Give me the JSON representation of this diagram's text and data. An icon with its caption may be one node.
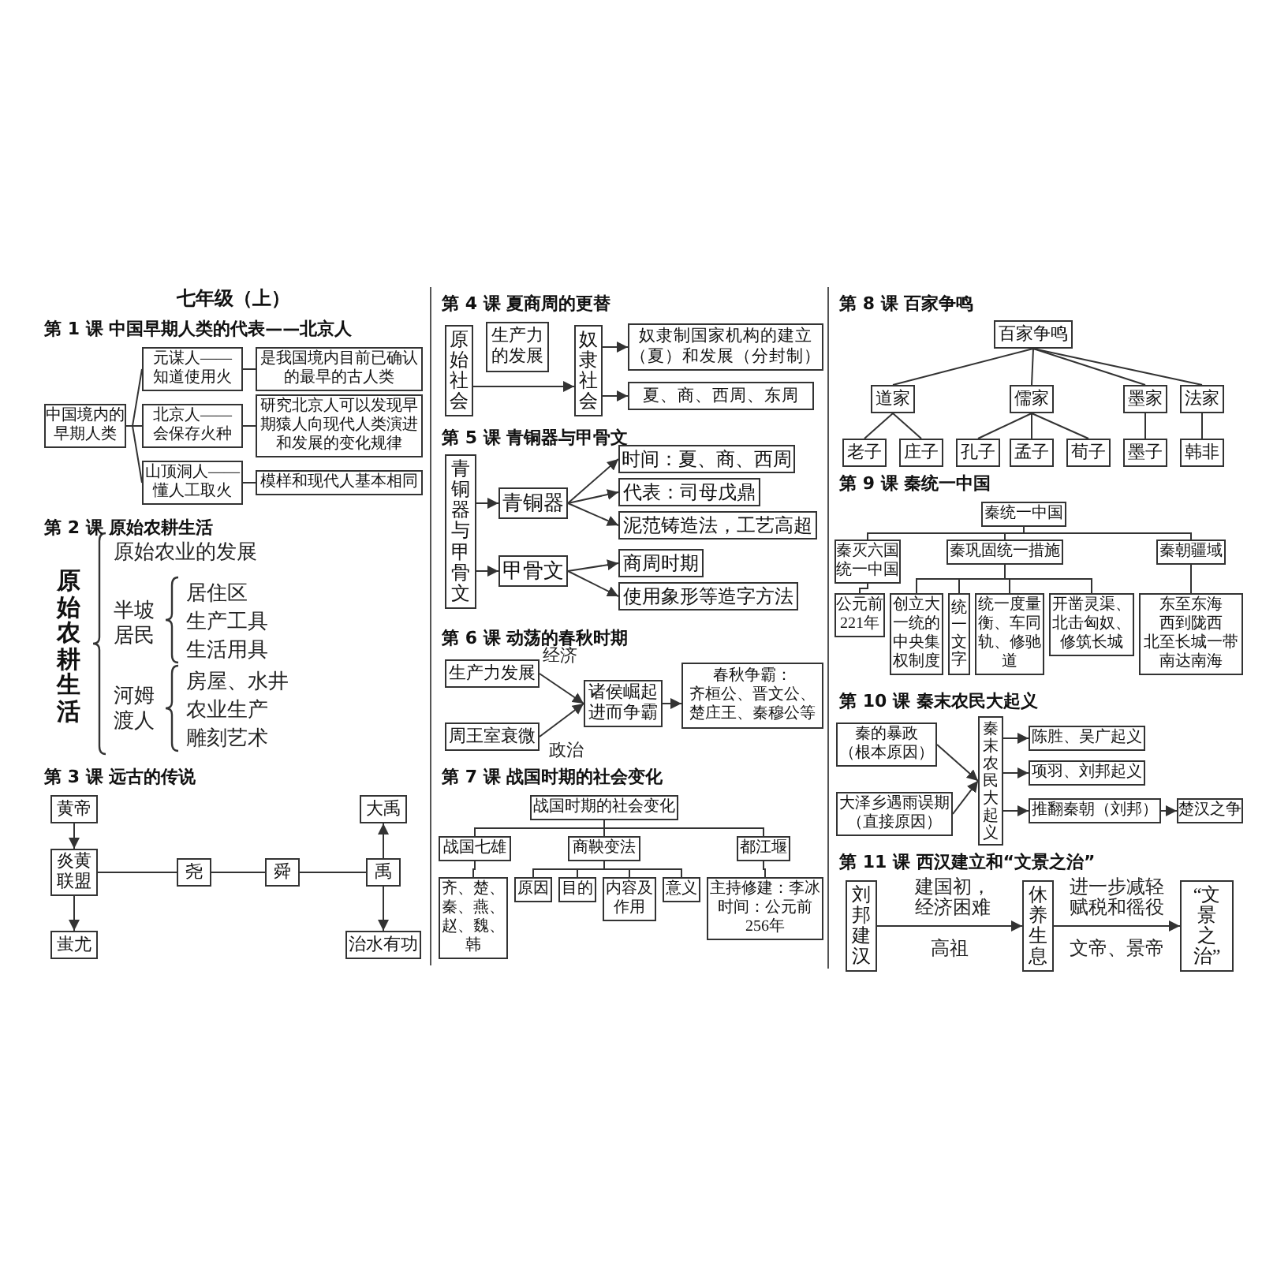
{
  "diagram": {
    "title": "七年级（上）",
    "nodes": [
      {
        "text": [
          "中国境内的早期人类"
        ]
      },
      {
        "text": [
          "元谋人——知道使用火"
        ]
      },
      {
        "text": [
          "是我国境内目前已确认的最早的古人类"
        ]
      },
      {
        "text": [
          "北京人——会保存火种"
        ]
      },
      {
        "text": [
          "研究北京人可以发现早期猿人向现代人类演进和发展的变化规律"
        ]
      },
      {
        "text": [
          "山顶洞人——懂人工取火"
        ]
      },
      {
        "text": [
          "模样和现代人基本相同"
        ]
      },
      {
        "text": [
          "黄帝"
        ]
      },
      {
        "text": [
          "大禹"
        ]
      },
      {
        "text": [
          "炎黄联盟"
        ]
      },
      {
        "text": [
          "尧"
        ]
      },
      {
        "text": [
          "舜"
        ]
      },
      {
        "text": [
          "禹"
        ]
      },
      {
        "text": [
          "蚩尤"
        ]
      },
      {
        "text": [
          "治水有功"
        ]
      },
      {
        "text": [
          "原始社会"
        ]
      },
      {
        "text": [
          "生产力的发展"
        ]
      },
      {
        "text": [
          "奴隶社会"
        ]
      },
      {
        "text": [
          "奴隶制国家机构的建立（夏）和发展（分封制）"
        ]
      },
      {
        "text": [
          "夏、商、西周、东周"
        ]
      },
      {
        "text": [
          "青铜器与甲骨文"
        ]
      },
      {
        "text": [
          "青铜器"
        ]
      },
      {
        "text": [
          "时间：夏、商、西周"
        ]
      },
      {
        "text": [
          "代表：司母戊鼎"
        ]
      },
      {
        "text": [
          "泥范铸造法，工艺高超"
        ]
      },
      {
        "text": [
          "甲骨文"
        ]
      },
      {
        "text": [
          "商周时期"
        ]
      },
      {
        "text": [
          "使用象形等造字方法"
        ]
      },
      {
        "text": [
          "生产力发展"
        ]
      },
      {
        "text": [
          "诸侯崛起进而争霸"
        ]
      },
      {
        "text": [
          "春秋争霸：",
          "齐桓公、晋文公、楚庄王、秦穆公等"
        ]
      },
      {
        "text": [
          "周王室衰微"
        ]
      },
      {
        "text": [
          "战国时期的社会变化"
        ]
      },
      {
        "text": [
          "战国七雄"
        ]
      },
      {
        "text": [
          "商鞅变法"
        ]
      },
      {
        "text": [
          "都江堰"
        ]
      },
      {
        "text": [
          "齐、楚、秦、燕、赵、魏、韩"
        ]
      },
      {
        "text": [
          "原因"
        ]
      },
      {
        "text": [
          "目的"
        ]
      },
      {
        "text": [
          "内容及作用"
        ]
      },
      {
        "text": [
          "意义"
        ]
      },
      {
        "text": [
          "主持修建：李冰",
          "时间：公元前256年"
        ]
      },
      {
        "text": [
          "百家争鸣"
        ]
      },
      {
        "text": [
          "道家"
        ]
      },
      {
        "text": [
          "儒家"
        ]
      },
      {
        "text": [
          "墨家"
        ]
      },
      {
        "text": [
          "法家"
        ]
      },
      {
        "text": [
          "老子"
        ]
      },
      {
        "text": [
          "庄子"
        ]
      },
      {
        "text": [
          "孔子"
        ]
      },
      {
        "text": [
          "孟子"
        ]
      },
      {
        "text": [
          "荀子"
        ]
      },
      {
        "text": [
          "墨子"
        ]
      },
      {
        "text": [
          "韩非"
        ]
      },
      {
        "text": [
          "秦统一中国"
        ]
      },
      {
        "text": [
          "秦灭六国统一中国"
        ]
      },
      {
        "text": [
          "秦巩固统一措施"
        ]
      },
      {
        "text": [
          "秦朝疆域"
        ]
      },
      {
        "text": [
          "公元前221年"
        ]
      },
      {
        "text": [
          "创立大一统的中央集权制度"
        ]
      },
      {
        "text": [
          "统一文字"
        ]
      },
      {
        "text": [
          "统一度量衡、车同轨、修驰道"
        ]
      },
      {
        "text": [
          "开凿灵渠、北击匈奴、修筑长城"
        ]
      },
      {
        "text": [
          "东至东海",
          "西到陇西",
          "北至长城一带",
          "南达南海"
        ]
      },
      {
        "text": [
          "秦的暴政（根本原因）"
        ]
      },
      {
        "text": [
          "秦末农民大起义"
        ]
      },
      {
        "text": [
          "陈胜、吴广起义"
        ]
      },
      {
        "text": [
          "项羽、刘邦起义"
        ]
      },
      {
        "text": [
          "大泽乡遇雨误期（直接原因）"
        ]
      },
      {
        "text": [
          "推翻秦朝（刘邦）"
        ]
      },
      {
        "text": [
          "楚汉之争"
        ]
      },
      {
        "text": [
          "刘邦建汉"
        ]
      },
      {
        "text": [
          "休养生息"
        ]
      },
      {
        "text": [
          "“文景之治”"
        ]
      }
    ],
    "edges": [
      {
        "from": 0,
        "to": 1,
        "arrow": "none"
      },
      {
        "from": 0,
        "to": 3,
        "arrow": "none"
      },
      {
        "from": 0,
        "to": 5,
        "arrow": "none"
      },
      {
        "from": 1,
        "to": 2,
        "arrow": "none"
      },
      {
        "from": 3,
        "to": 4,
        "arrow": "none"
      },
      {
        "from": 5,
        "to": 6,
        "arrow": "none"
      },
      {
        "from": 7,
        "to": 9,
        "arrow": "to"
      },
      {
        "from": 9,
        "to": 13,
        "arrow": "to"
      },
      {
        "from": 9,
        "to": 10,
        "arrow": "none"
      },
      {
        "from": 10,
        "to": 11,
        "arrow": "none"
      },
      {
        "from": 11,
        "to": 12,
        "arrow": "none"
      },
      {
        "from": 12,
        "to": 8,
        "arrow": "to"
      },
      {
        "from": 12,
        "to": 14,
        "arrow": "to"
      },
      {
        "from": 15,
        "to": 17,
        "arrow": "to"
      },
      {
        "from": 17,
        "to": 18,
        "arrow": "to"
      },
      {
        "from": 17,
        "to": 19,
        "arrow": "to"
      },
      {
        "from": 20,
        "to": 21,
        "arrow": "to"
      },
      {
        "from": 20,
        "to": 25,
        "arrow": "to"
      },
      {
        "from": 21,
        "to": 22,
        "arrow": "to"
      },
      {
        "from": 21,
        "to": 23,
        "arrow": "to"
      },
      {
        "from": 21,
        "to": 24,
        "arrow": "to"
      },
      {
        "from": 25,
        "to": 26,
        "arrow": "to"
      },
      {
        "from": 25,
        "to": 27,
        "arrow": "to"
      },
      {
        "from": 28,
        "to": 29,
        "arrow": "to",
        "label": "经济"
      },
      {
        "from": 31,
        "to": 29,
        "arrow": "to",
        "label": "政治"
      },
      {
        "from": 29,
        "to": 30,
        "arrow": "to"
      },
      {
        "from": 32,
        "to": 33,
        "arrow": "none"
      },
      {
        "from": 32,
        "to": 34,
        "arrow": "none"
      },
      {
        "from": 32,
        "to": 35,
        "arrow": "none"
      },
      {
        "from": 33,
        "to": 36,
        "arrow": "none"
      },
      {
        "from": 34,
        "to": 37,
        "arrow": "none"
      },
      {
        "from": 34,
        "to": 38,
        "arrow": "none"
      },
      {
        "from": 34,
        "to": 39,
        "arrow": "none"
      },
      {
        "from": 34,
        "to": 40,
        "arrow": "none"
      },
      {
        "from": 35,
        "to": 41,
        "arrow": "none"
      },
      {
        "from": 42,
        "to": 43,
        "arrow": "none"
      },
      {
        "from": 42,
        "to": 44,
        "arrow": "none"
      },
      {
        "from": 42,
        "to": 45,
        "arrow": "none"
      },
      {
        "from": 42,
        "to": 46,
        "arrow": "none"
      },
      {
        "from": 43,
        "to": 47,
        "arrow": "none"
      },
      {
        "from": 43,
        "to": 48,
        "arrow": "none"
      },
      {
        "from": 44,
        "to": 49,
        "arrow": "none"
      },
      {
        "from": 44,
        "to": 50,
        "arrow": "none"
      },
      {
        "from": 44,
        "to": 51,
        "arrow": "none"
      },
      {
        "from": 45,
        "to": 52,
        "arrow": "none"
      },
      {
        "from": 46,
        "to": 53,
        "arrow": "none"
      },
      {
        "from": 54,
        "to": 55,
        "arrow": "none"
      },
      {
        "from": 54,
        "to": 56,
        "arrow": "none"
      },
      {
        "from": 54,
        "to": 57,
        "arrow": "none"
      },
      {
        "from": 55,
        "to": 58,
        "arrow": "none"
      },
      {
        "from": 56,
        "to": 59,
        "arrow": "none"
      },
      {
        "from": 56,
        "to": 60,
        "arrow": "none"
      },
      {
        "from": 56,
        "to": 61,
        "arrow": "none"
      },
      {
        "from": 56,
        "to": 62,
        "arrow": "none"
      },
      {
        "from": 57,
        "to": 63,
        "arrow": "none"
      },
      {
        "from": 64,
        "to": 65,
        "arrow": "to"
      },
      {
        "from": 68,
        "to": 65,
        "arrow": "to"
      },
      {
        "from": 65,
        "to": 66,
        "arrow": "to"
      },
      {
        "from": 65,
        "to": 67,
        "arrow": "to"
      },
      {
        "from": 65,
        "to": 69,
        "arrow": "to"
      },
      {
        "from": 69,
        "to": 70,
        "arrow": "to"
      },
      {
        "from": 71,
        "to": 72,
        "arrow": "to",
        "label": "建国初，经济困难"
      },
      {
        "from": 72,
        "to": 73,
        "arrow": "to",
        "label": "进一步减轻赋税和徭役"
      }
    ],
    "labels": [
      "第 1 课 中国早期人类的代表——北京人",
      "第 2 课 原始农耕生活",
      "原始农耕生活",
      "原始农业的发展",
      "半坡居民",
      "居住区",
      "生产工具",
      "生活用具",
      "河姆渡人",
      "房屋、水井",
      "农业生产",
      "雕刻艺术",
      "第 3 课 远古的传说",
      "第 4 课 夏商周的更替",
      "第 5 课 青铜器与甲骨文",
      "第 6 课 动荡的春秋时期",
      "第 7 课 战国时期的社会变化",
      "第 8 课 百家争鸣",
      "第 9 课 秦统一中国",
      "第 10 课 秦末农民大起义",
      "第 11 课 西汉建立和“文景之治”",
      "高祖",
      "文帝、景帝"
    ]
  }
}
